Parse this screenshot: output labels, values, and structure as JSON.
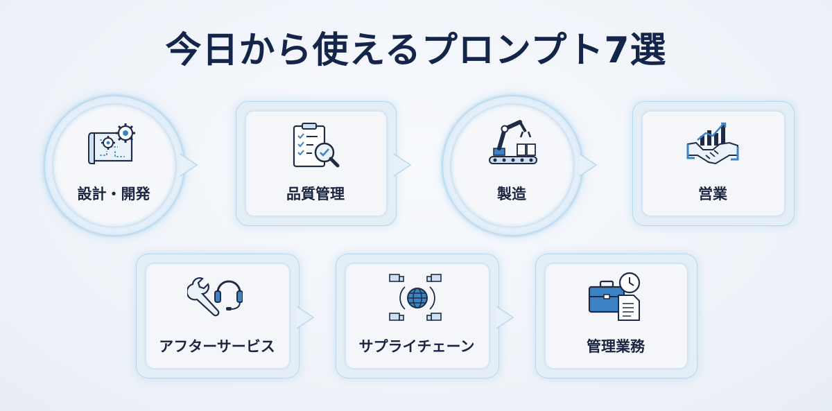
{
  "title": "今日から使えるプロンプト7選",
  "colors": {
    "navy": "#14254a",
    "icon_blue": "#3b83c4",
    "glow": "#b8d7ef"
  },
  "items": [
    {
      "label": "設計・開発",
      "icon": "blueprint-gears-icon"
    },
    {
      "label": "品質管理",
      "icon": "checklist-magnifier-icon"
    },
    {
      "label": "製造",
      "icon": "robot-arm-conveyor-icon"
    },
    {
      "label": "営業",
      "icon": "handshake-chart-icon"
    },
    {
      "label": "アフターサービス",
      "icon": "wrench-headset-icon"
    },
    {
      "label": "サプライチェーン",
      "icon": "globe-trucks-icon"
    },
    {
      "label": "管理業務",
      "icon": "briefcase-clock-icon"
    }
  ]
}
